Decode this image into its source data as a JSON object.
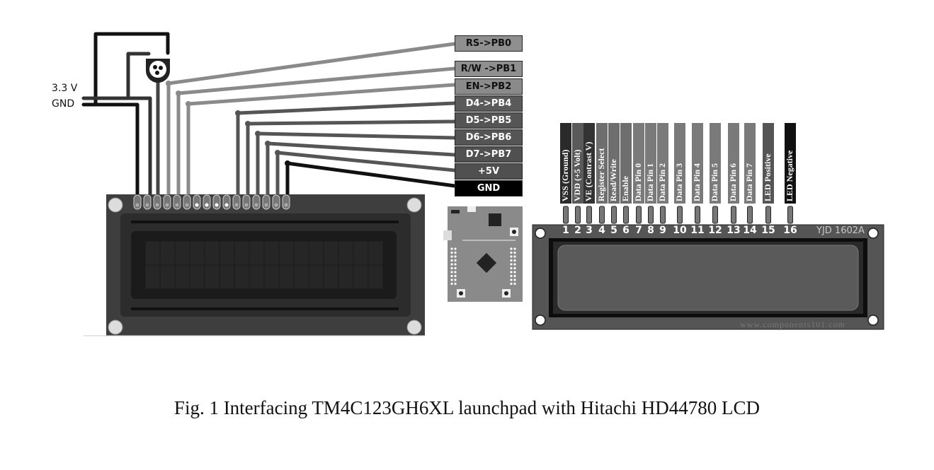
{
  "supply_labels": {
    "v33": "3.3 V",
    "gnd": "GND"
  },
  "connections": [
    {
      "label": "RS->PB0",
      "shade": "#8f8f8f",
      "light": true
    },
    {
      "label": "R/W ->PB1",
      "shade": "#8f8f8f",
      "light": true
    },
    {
      "label": "EN->PB2",
      "shade": "#8a8a8a",
      "light": true
    },
    {
      "label": "D4->PB4",
      "shade": "#5a5a5a",
      "light": false
    },
    {
      "label": "D5->PB5",
      "shade": "#555555",
      "light": false
    },
    {
      "label": "D6->PB6",
      "shade": "#555555",
      "light": false
    },
    {
      "label": "D7->PB7",
      "shade": "#505050",
      "light": false
    },
    {
      "label": "+5V",
      "shade": "#505050",
      "light": false
    },
    {
      "label": "GND",
      "shade": "#000000",
      "light": false
    }
  ],
  "lcd_pinout": {
    "model": "YJD 1602A",
    "watermark": "www.components101.com",
    "pins": [
      {
        "num": "1",
        "name": "VSS (Ground)",
        "shade": "#2a2a2a"
      },
      {
        "num": "2",
        "name": "VDD (+5 Volt)",
        "shade": "#5a5a5a"
      },
      {
        "num": "3",
        "name": "VE (Contrast V)",
        "shade": "#333333"
      },
      {
        "num": "4",
        "name": "Register Select",
        "shade": "#6e6e6e"
      },
      {
        "num": "5",
        "name": "Read/Write",
        "shade": "#6e6e6e"
      },
      {
        "num": "6",
        "name": "Enable",
        "shade": "#6e6e6e"
      },
      {
        "num": "7",
        "name": "Data Pin 0",
        "shade": "#7a7a7a"
      },
      {
        "num": "8",
        "name": "Data Pin 1",
        "shade": "#7a7a7a"
      },
      {
        "num": "9",
        "name": "Data Pin 2",
        "shade": "#7a7a7a"
      },
      {
        "num": "10",
        "name": "Data Pin 3",
        "shade": "#7a7a7a"
      },
      {
        "num": "11",
        "name": "Data Pin 4",
        "shade": "#7a7a7a"
      },
      {
        "num": "12",
        "name": "Data Pin 5",
        "shade": "#7a7a7a"
      },
      {
        "num": "13",
        "name": "Data Pin 6",
        "shade": "#7a7a7a"
      },
      {
        "num": "14",
        "name": "Data Pin 7",
        "shade": "#7a7a7a"
      },
      {
        "num": "15",
        "name": "LED Positive",
        "shade": "#555555"
      },
      {
        "num": "16",
        "name": "LED Negative",
        "shade": "#111111"
      }
    ]
  },
  "lcd_grid": {
    "columns": 16,
    "rows": 2
  },
  "caption": "Fig. 1 Interfacing TM4C123GH6XL launchpad with Hitachi HD44780 LCD"
}
